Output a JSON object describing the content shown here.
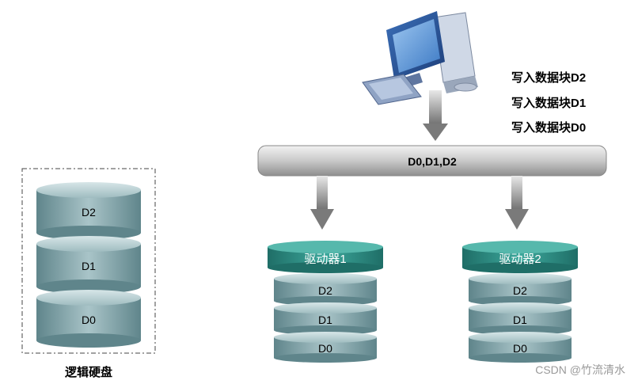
{
  "write_labels": [
    "写入数据块D2",
    "写入数据块D1",
    "写入数据块D0"
  ],
  "bus_label": "D0,D1,D2",
  "logical_disk": {
    "caption": "逻辑硬盘",
    "blocks": [
      "D2",
      "D1",
      "D0"
    ]
  },
  "drives": [
    {
      "name": "驱动器1",
      "blocks": [
        "D2",
        "D1",
        "D0"
      ]
    },
    {
      "name": "驱动器2",
      "blocks": [
        "D2",
        "D1",
        "D0"
      ]
    }
  ],
  "watermark": "CSDN @竹流清水",
  "colors": {
    "disk_body": "#7fa2a8",
    "drive_header": "#2f8f86",
    "bus": "#bfbfbf",
    "arrow": "#8a8a8a"
  }
}
